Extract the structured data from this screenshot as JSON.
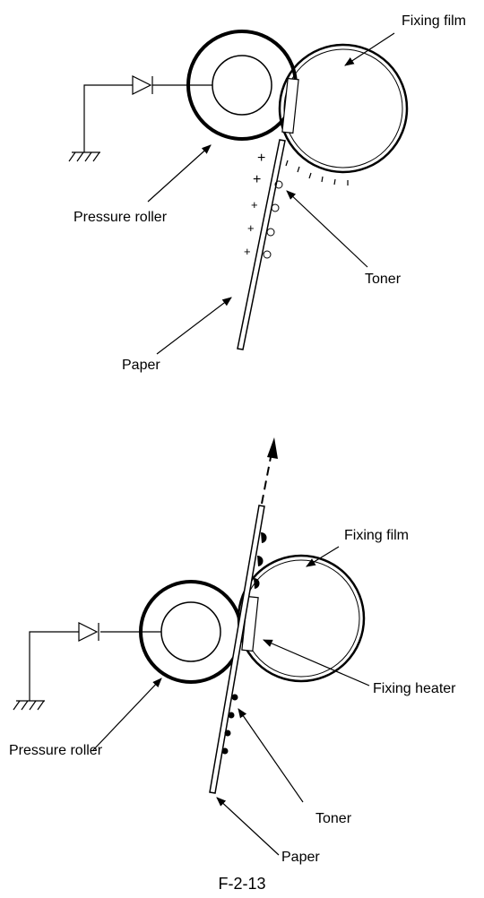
{
  "top_diagram": {
    "labels": {
      "fixing_film": "Fixing film",
      "pressure_roller": "Pressure roller",
      "toner": "Toner",
      "paper": "Paper"
    },
    "charge_symbol": "+"
  },
  "bottom_diagram": {
    "labels": {
      "fixing_film": "Fixing film",
      "fixing_heater": "Fixing heater",
      "pressure_roller": "Pressure roller",
      "toner": "Toner",
      "paper": "Paper"
    }
  },
  "caption": "F-2-13"
}
